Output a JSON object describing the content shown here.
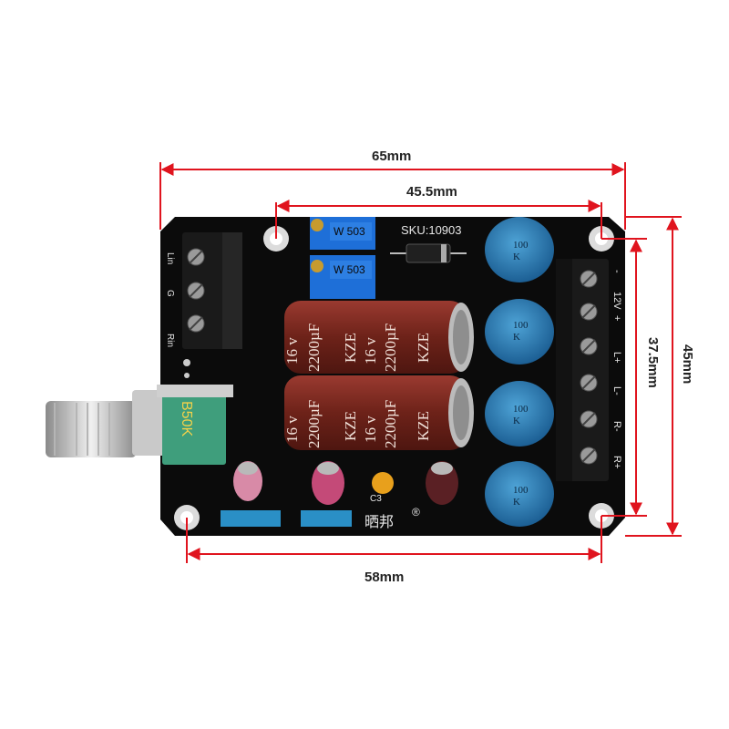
{
  "dimensions": {
    "total_width": "65mm",
    "hole_span_top": "45.5mm",
    "hole_span_bottom": "58mm",
    "hole_span_vertical": "37.5mm",
    "total_height": "45mm"
  },
  "board": {
    "sku": "SKU:10903",
    "brand": "晒邦",
    "registered_mark": "®",
    "input_labels": [
      "Lin",
      "G",
      "Rin"
    ],
    "output_labels": [
      "-",
      "12V",
      "+",
      "L+",
      "L-",
      "R-",
      "R+"
    ],
    "potentiometer": "B50K",
    "trimmer_1": "W 503",
    "trimmer_2": "W 503",
    "cap_label_c3": "C3",
    "electrolytic": {
      "voltage": "16 v",
      "capacity": "2200µF",
      "brand": "KZE"
    },
    "blue_cap_value": "100",
    "blue_cap_unit": "K"
  },
  "colors": {
    "dimension_red": "#e0141e",
    "pcb_black": "#0b0b0b",
    "terminal_black": "#1a1a1a",
    "cap_brown": "#7a2a22",
    "blue_cap": "#2a7fb8",
    "pot_green": "#3f9e7c",
    "trimmer_blue": "#1e6fd8"
  }
}
